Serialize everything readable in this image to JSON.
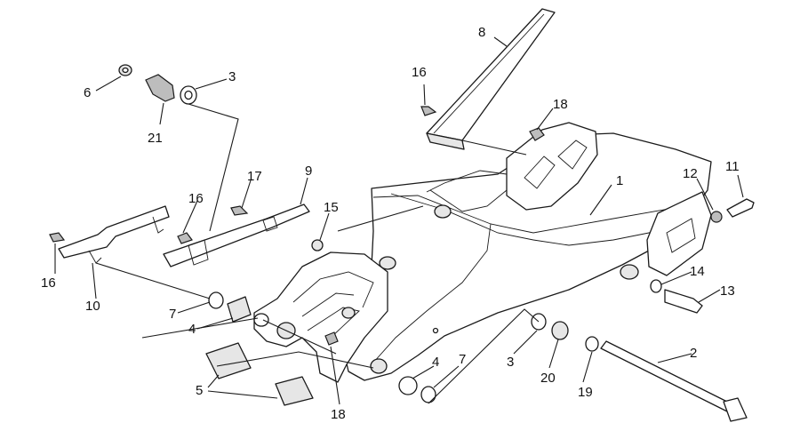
{
  "diagram": {
    "callouts": [
      {
        "id": "c1",
        "text": "1"
      },
      {
        "id": "c2",
        "text": "2"
      },
      {
        "id": "c3a",
        "text": "3"
      },
      {
        "id": "c3b",
        "text": "3"
      },
      {
        "id": "c4a",
        "text": "4"
      },
      {
        "id": "c4b",
        "text": "4"
      },
      {
        "id": "c5",
        "text": "5"
      },
      {
        "id": "c6",
        "text": "6"
      },
      {
        "id": "c7a",
        "text": "7"
      },
      {
        "id": "c7b",
        "text": "7"
      },
      {
        "id": "c8",
        "text": "8"
      },
      {
        "id": "c9",
        "text": "9"
      },
      {
        "id": "c10",
        "text": "10"
      },
      {
        "id": "c11",
        "text": "11"
      },
      {
        "id": "c12",
        "text": "12"
      },
      {
        "id": "c13",
        "text": "13"
      },
      {
        "id": "c14",
        "text": "14"
      },
      {
        "id": "c15",
        "text": "15"
      },
      {
        "id": "c16a",
        "text": "16"
      },
      {
        "id": "c16b",
        "text": "16"
      },
      {
        "id": "c16c",
        "text": "16"
      },
      {
        "id": "c17",
        "text": "17"
      },
      {
        "id": "c18a",
        "text": "18"
      },
      {
        "id": "c18b",
        "text": "18"
      },
      {
        "id": "c19",
        "text": "19"
      },
      {
        "id": "c20",
        "text": "20"
      },
      {
        "id": "c21",
        "text": "21"
      }
    ]
  }
}
